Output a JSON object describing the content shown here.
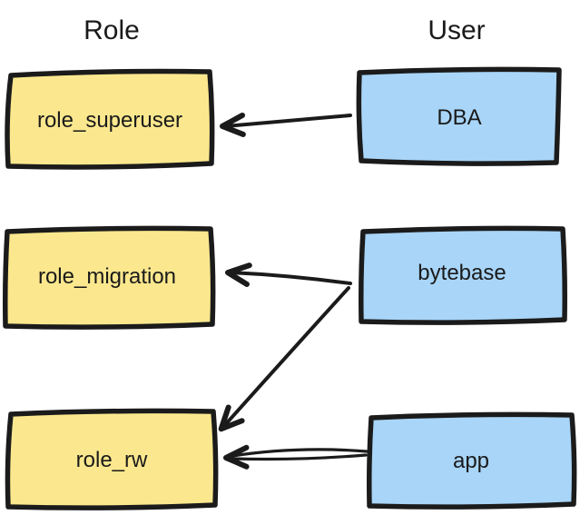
{
  "diagram": {
    "title_role_column": "Role",
    "title_user_column": "User",
    "roles": [
      {
        "id": "role_superuser",
        "label": "role_superuser"
      },
      {
        "id": "role_migration",
        "label": "role_migration"
      },
      {
        "id": "role_rw",
        "label": "role_rw"
      }
    ],
    "users": [
      {
        "id": "DBA",
        "label": "DBA"
      },
      {
        "id": "bytebase",
        "label": "bytebase"
      },
      {
        "id": "app",
        "label": "app"
      }
    ],
    "edges": [
      {
        "from": "DBA",
        "to": "role_superuser"
      },
      {
        "from": "bytebase",
        "to": "role_migration"
      },
      {
        "from": "bytebase",
        "to": "role_rw"
      },
      {
        "from": "app",
        "to": "role_rw"
      }
    ],
    "colors": {
      "role_fill": "#FBE88E",
      "user_fill": "#A8D5F8",
      "ink": "#1B1B1B",
      "background": "#FFFFFF"
    }
  }
}
